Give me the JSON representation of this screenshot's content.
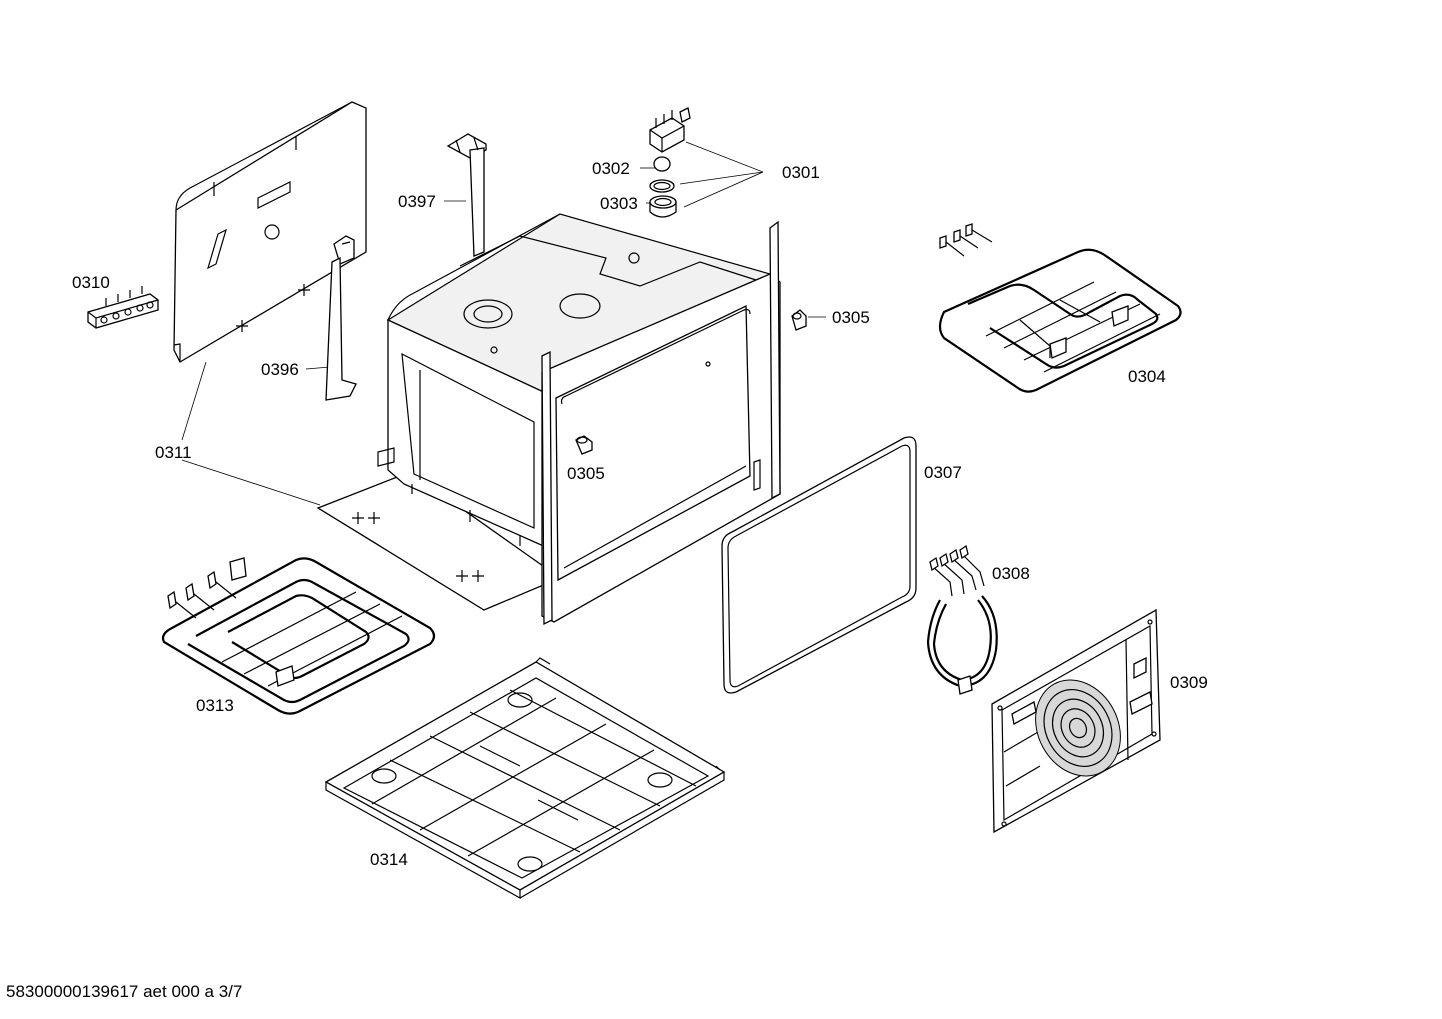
{
  "labels": {
    "p0301": "0301",
    "p0302": "0302",
    "p0303": "0303",
    "p0304": "0304",
    "p0305a": "0305",
    "p0305b": "0305",
    "p0307": "0307",
    "p0308": "0308",
    "p0309": "0309",
    "p0310": "0310",
    "p0311": "0311",
    "p0313": "0313",
    "p0314": "0314",
    "p0396": "0396",
    "p0397": "0397"
  },
  "footer": "58300000139617 aet 000 a 3/7"
}
